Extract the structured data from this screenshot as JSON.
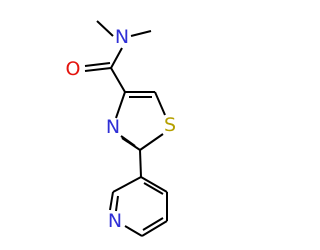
{
  "molecule": {
    "atoms": {
      "amide_nitrogen": {
        "symbol": "N",
        "color": "#2f2fd6"
      },
      "carbonyl_oxygen": {
        "symbol": "O",
        "color": "#e4140e"
      },
      "thiazole_nitrogen": {
        "symbol": "N",
        "color": "#2f2fd6"
      },
      "thiazole_sulfur": {
        "symbol": "S",
        "color": "#b5a000"
      },
      "pyridine_nitrogen": {
        "symbol": "N",
        "color": "#2f2fd6"
      }
    },
    "bond_color": "#000000"
  }
}
